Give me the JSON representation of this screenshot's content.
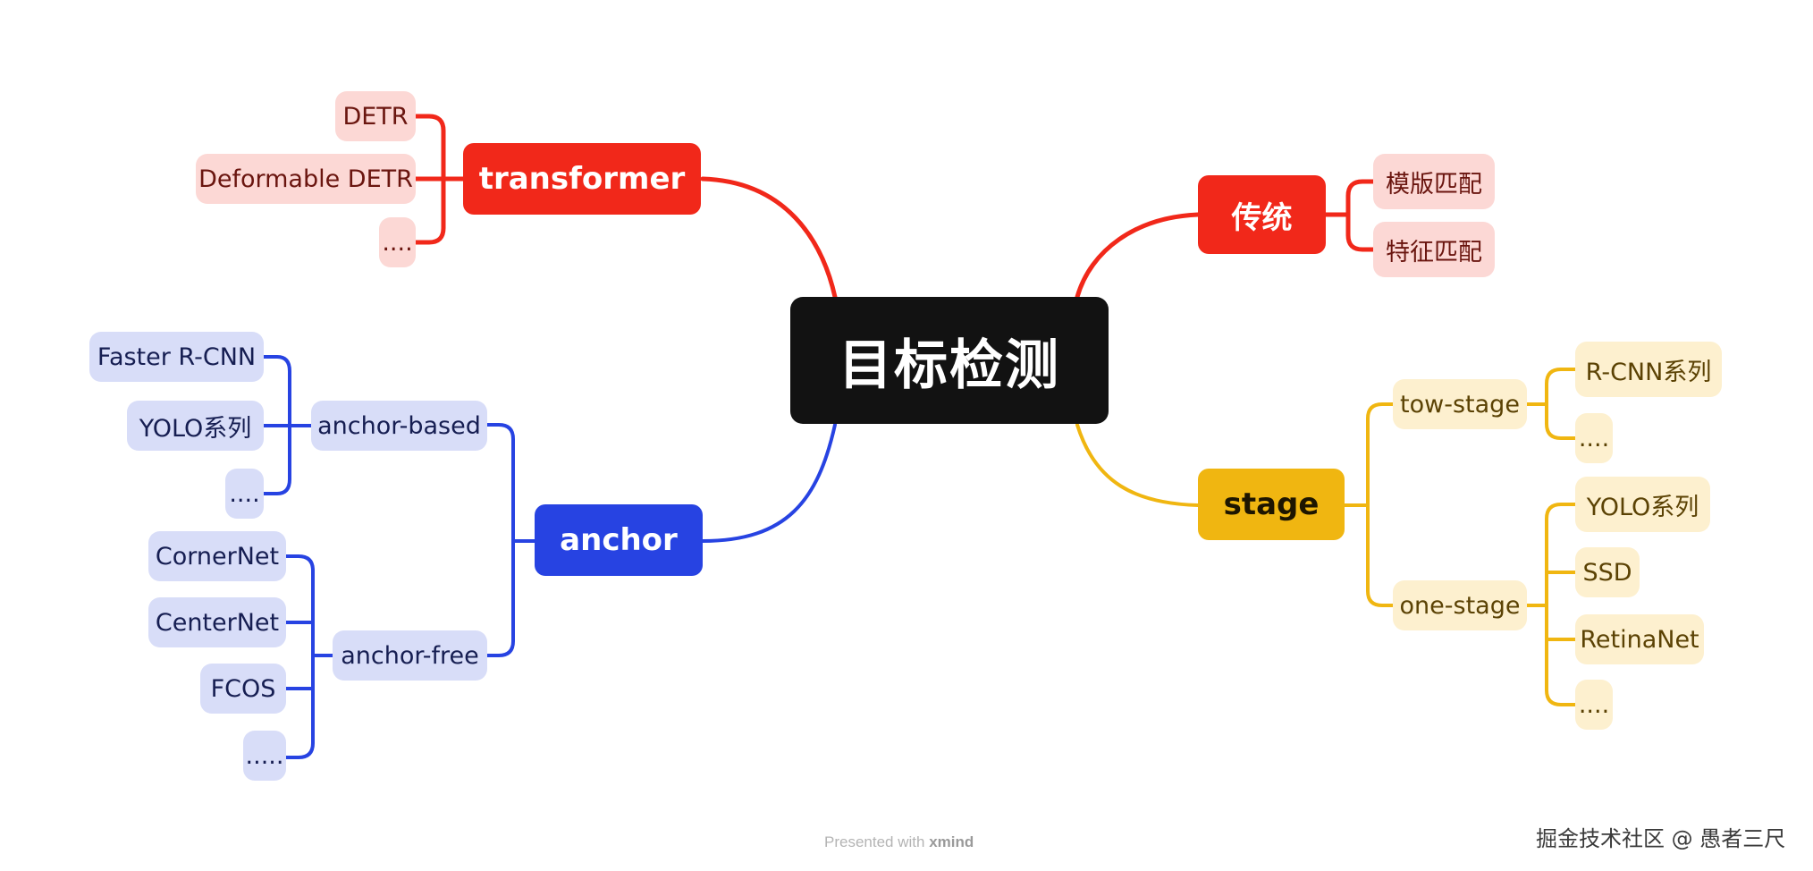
{
  "center": "目标检测",
  "colors": {
    "red": "#f1281a",
    "blue": "#2743e2",
    "yellow": "#f0b611"
  },
  "transformer": {
    "label": "transformer",
    "children": [
      "DETR",
      "Deformable DETR",
      "...."
    ]
  },
  "traditional": {
    "label": "传统",
    "children": [
      "模版匹配",
      "特征匹配"
    ]
  },
  "anchor": {
    "label": "anchor",
    "groups": [
      {
        "label": "anchor-based",
        "children": [
          "Faster R-CNN",
          "YOLO系列",
          "...."
        ]
      },
      {
        "label": "anchor-free",
        "children": [
          "CornerNet",
          "CenterNet",
          "FCOS",
          "....."
        ]
      }
    ]
  },
  "stage": {
    "label": "stage",
    "groups": [
      {
        "label": "tow-stage",
        "children": [
          "R-CNN系列",
          "...."
        ]
      },
      {
        "label": "one-stage",
        "children": [
          "YOLO系列",
          "SSD",
          "RetinaNet",
          "...."
        ]
      }
    ]
  },
  "footer": {
    "prefix": "Presented with",
    "brand": "xmind"
  },
  "watermark": "掘金技术社区 @ 愚者三尺"
}
